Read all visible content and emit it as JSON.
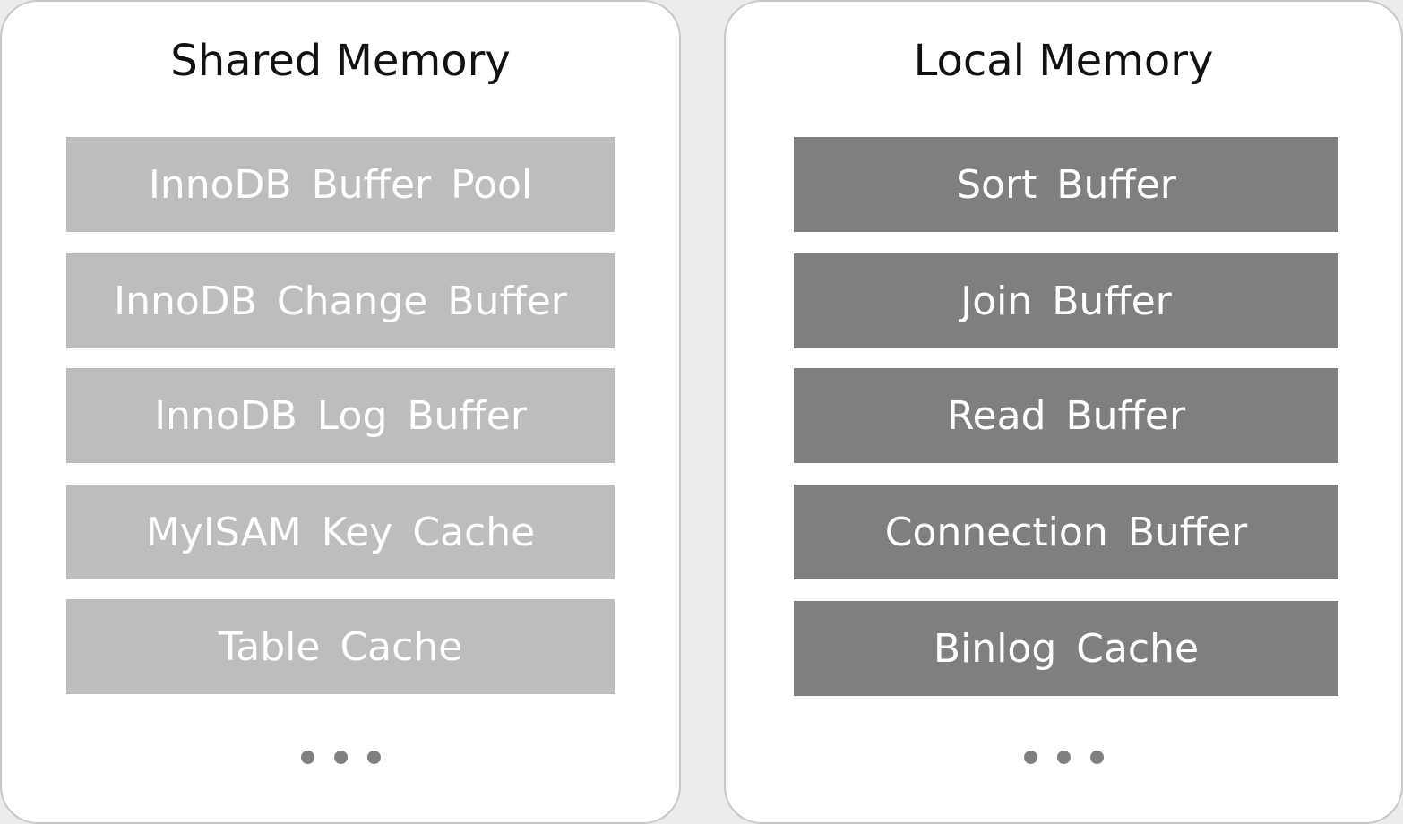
{
  "colors": {
    "shared_box": "#bdbdbd",
    "local_box": "#7f7f7f",
    "panel_bg": "#ffffff",
    "page_bg": "#ececec"
  },
  "shared": {
    "title": "Shared Memory",
    "items": [
      {
        "label": "InnoDB Buffer Pool"
      },
      {
        "label": "InnoDB Change Buffer"
      },
      {
        "label": "InnoDB Log Buffer"
      },
      {
        "label": "MyISAM Key Cache"
      },
      {
        "label": "Table Cache"
      }
    ],
    "more_icon": "ellipsis-icon"
  },
  "local": {
    "title": "Local Memory",
    "items": [
      {
        "label": "Sort Buffer"
      },
      {
        "label": "Join Buffer"
      },
      {
        "label": "Read Buffer"
      },
      {
        "label": "Connection Buffer"
      },
      {
        "label": "Binlog Cache"
      }
    ],
    "more_icon": "ellipsis-icon"
  }
}
